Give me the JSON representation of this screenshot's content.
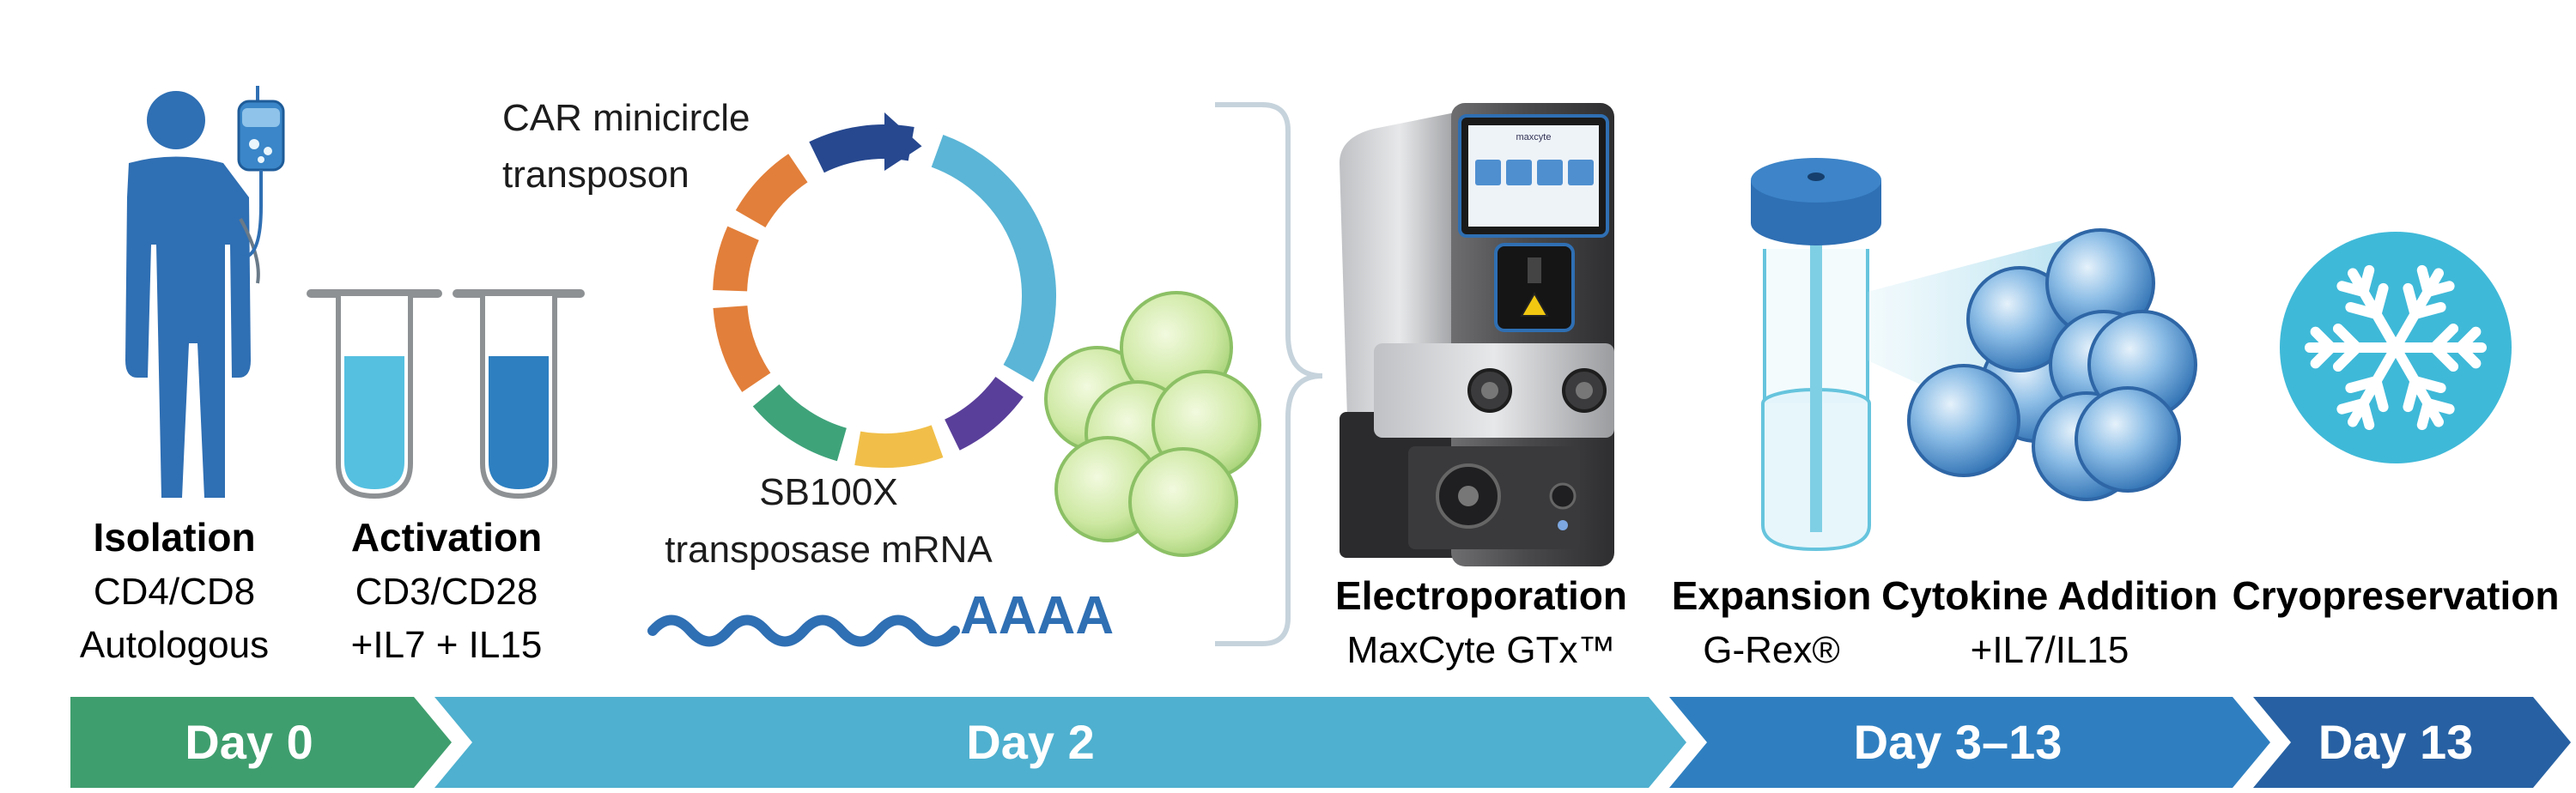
{
  "labels": {
    "plasmid_line1": "CAR minicircle",
    "plasmid_line2": "transposon",
    "mrna_line1": "SB100X",
    "mrna_line2": "transposase mRNA",
    "polyA": "AAAA",
    "device_brand": "maxcyte"
  },
  "steps": [
    {
      "title": "Isolation",
      "line1": "CD4/CD8",
      "line2": "Autologous"
    },
    {
      "title": "Activation",
      "line1": "CD3/CD28",
      "line2": "+IL7 + IL15"
    },
    {
      "title": "Electroporation",
      "line1": "MaxCyte GTx™",
      "line2": ""
    },
    {
      "title": "Expansion",
      "line1": "G-Rex®",
      "line2": ""
    },
    {
      "title": "Cytokine Addition",
      "line1": "+IL7/IL15",
      "line2": ""
    },
    {
      "title": "Cryopreservation",
      "line1": "",
      "line2": ""
    }
  ],
  "timeline": [
    {
      "label": "Day 0",
      "color": "#3f9e6e"
    },
    {
      "label": "Day 2",
      "color": "#4fb0cf"
    },
    {
      "label": "Day 3–13",
      "color": "#2f7fc0"
    },
    {
      "label": "Day 13",
      "color": "#2761a3"
    }
  ],
  "colors": {
    "person": "#2f6fb3",
    "tube_light": "#55c0e0",
    "tube_dark": "#2d7fc0",
    "cell_green": "#c9e59a",
    "cell_blue": "#6aa6d8",
    "snow_bg": "#3fb9d8"
  }
}
